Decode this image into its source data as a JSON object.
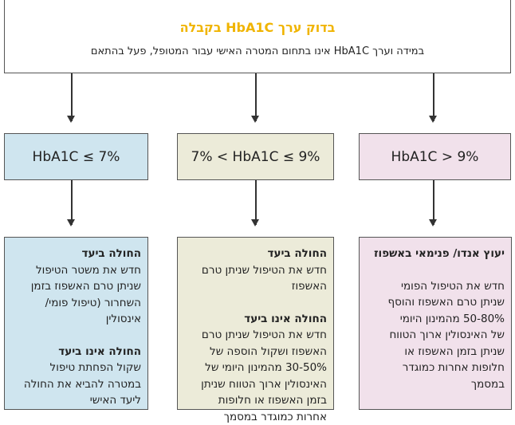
{
  "top": {
    "title": "בדוק ערך HbA1C בקבלה",
    "subtitle": "במידה וערך HbA1C אינו בתחום המטרה האישי עבור המטופל, פעל בהתאם"
  },
  "colors": {
    "title": "#f0b400",
    "blue": "#cfe5ef",
    "beige": "#ecebd9",
    "pink": "#f1e1eb"
  },
  "conditions": [
    "HbA1C ≤ 7%",
    "7% < HbA1C ≤ 9%",
    "HbA1C > 9%"
  ],
  "left": {
    "h1": "החולה ביעד",
    "l1": [
      "חדש את משטר הטיפול",
      "שניתן טרם האשפוז בזמן",
      "השחרור (טיפול פומי/",
      "אינסולין"
    ],
    "h2": "החולה אינו ביעד",
    "l2": [
      "שקול הפחתת טיפול",
      "במטרה להביא את החולה",
      "ליעד האישי"
    ]
  },
  "middle": {
    "h1": "החולה ביעד",
    "l1": [
      "חדש את הטיפול שניתן טרם",
      "האשפוז"
    ],
    "h2": "החולה אינו ביעד",
    "l2": [
      "חדש את הטיפול שניתן טרם",
      "האשפוז ושקול הוספה של",
      "30-50% מהמינון היומי של",
      "האינסולין ארוך הטווח שניתן",
      "בזמן האשפוז או חלופות",
      "אחרות כמוגדר במסמך"
    ]
  },
  "right": {
    "h1": "יעוץ אנדו/ פנימאי באשפוז",
    "l1": [
      "חדש את הטיפול הפומי",
      "שניתן טרם האשפוז והוסף",
      "50-80% מהמינון היומי",
      "של האינסולין ארוך הטווח",
      "שניתן בזמן האשפוז או",
      "חלופות אחרות כמוגדר",
      "במסמך"
    ]
  }
}
